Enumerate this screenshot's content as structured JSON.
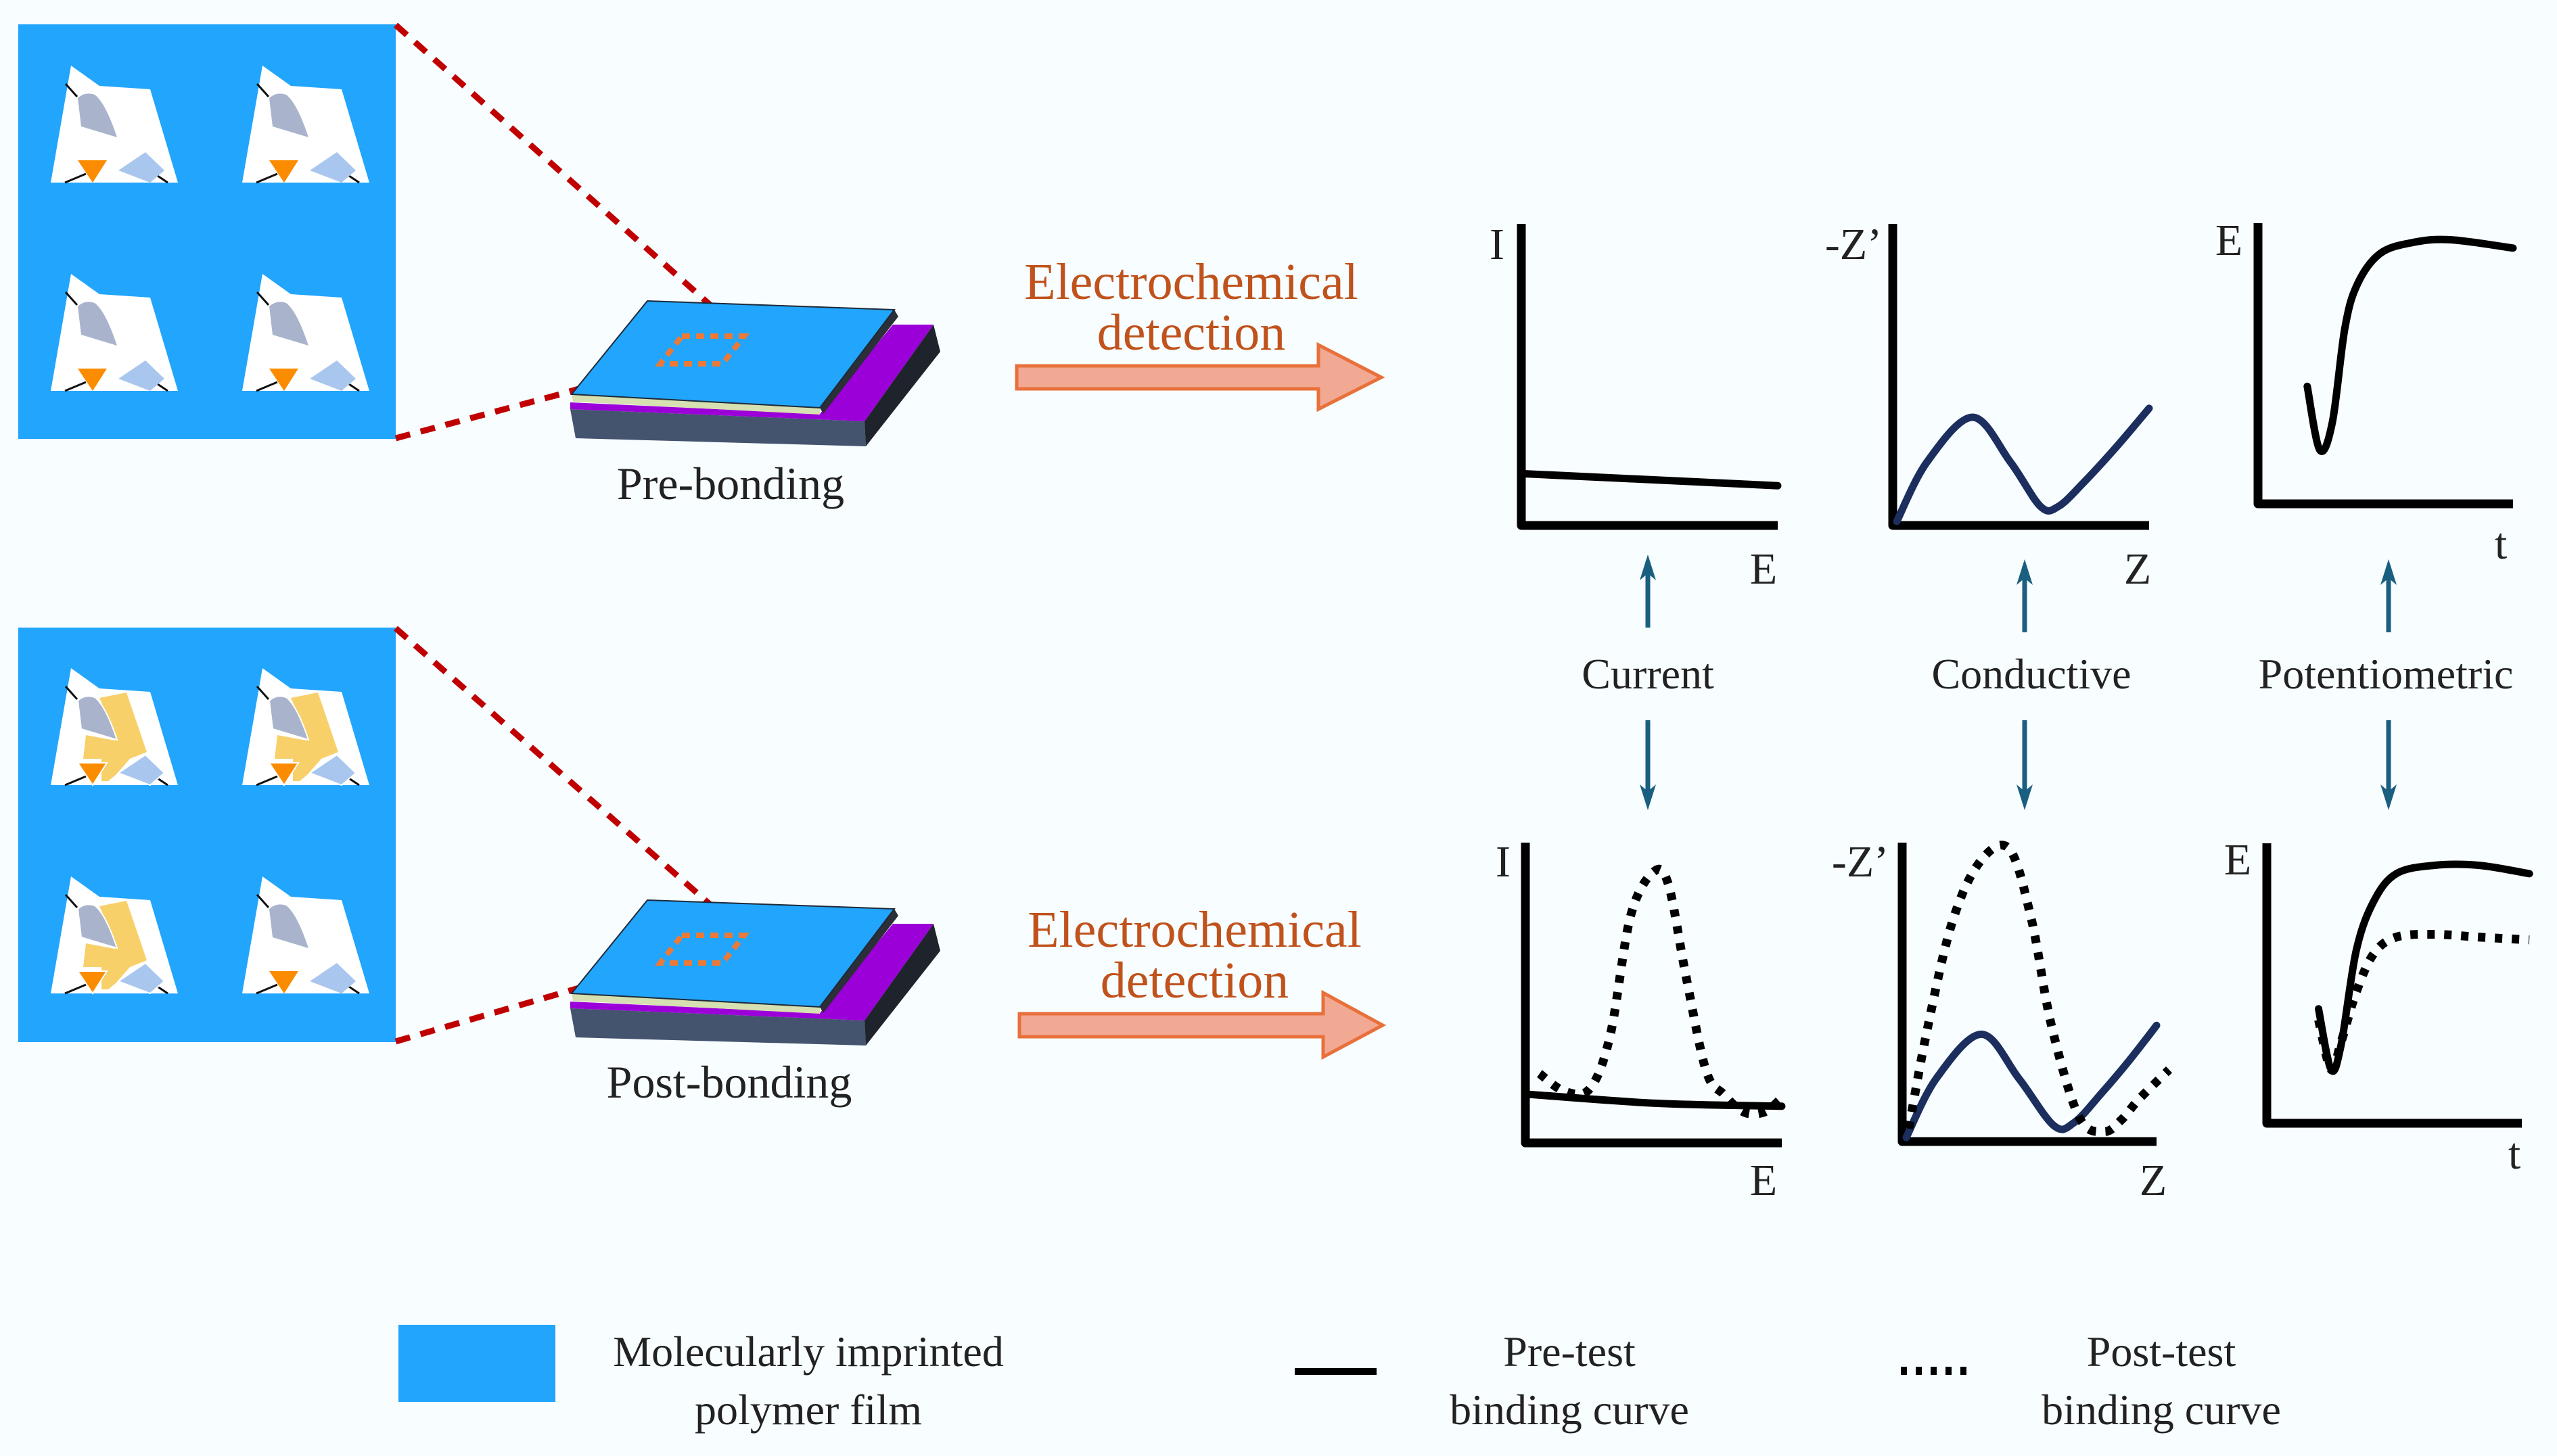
{
  "colors": {
    "background": "#f8fdff",
    "mip_film_blue": "#22a5fc",
    "cavity_white": "#ffffff",
    "template_gray": "#a9b4cc",
    "template_yellow": "#f8d06a",
    "orange_marker": "#fb8c00",
    "light_blue_marker": "#a9c6ee",
    "zoom_line_red": "#c00000",
    "zoom_region_orange": "#ec7a36",
    "arrow_fill": "#f2a994",
    "arrow_stroke": "#e8703a",
    "detection_text": "#c0521c",
    "link_arrow_teal": "#1a5f80",
    "impedance_curve_navy": "#1c2e5e",
    "chip_purple": "#9b00d8",
    "chip_base_front": "#44546f",
    "chip_base_side": "#1f232b",
    "chip_beige_layer": "#d6e0b0",
    "axis_black": "#000000"
  },
  "panels": [
    {
      "id": "pre",
      "label": "Pre-bonding",
      "cavities_filled": [
        false,
        false,
        false,
        false
      ]
    },
    {
      "id": "post",
      "label": "Post-bonding",
      "cavities_filled": [
        true,
        true,
        true,
        false
      ]
    }
  ],
  "detection_arrows": [
    {
      "line1": "Electrochemical",
      "line2": "detection"
    },
    {
      "line1": "Electrochemical",
      "line2": "detection"
    }
  ],
  "methods": [
    "Current",
    "Conductive",
    "Potentiometric"
  ],
  "chart_data": [
    {
      "type": "line",
      "id": "pre-current",
      "row": "pre",
      "title": "Current (pre-bonding)",
      "xlabel": "E",
      "ylabel": "I",
      "xlim": [
        0,
        10
      ],
      "ylim": [
        0,
        10
      ],
      "grid": false,
      "series": [
        {
          "name": "Pre-test binding curve",
          "style": "solid",
          "color": "#000000",
          "x": [
            0,
            5,
            10
          ],
          "y": [
            1.6,
            1.4,
            1.2
          ]
        }
      ]
    },
    {
      "type": "line",
      "id": "pre-conductive",
      "row": "pre",
      "title": "Conductive (pre-bonding)",
      "xlabel": "Z",
      "ylabel": "-Z’",
      "xlim": [
        0,
        10
      ],
      "ylim": [
        0,
        10
      ],
      "grid": false,
      "series": [
        {
          "name": "Pre-test binding curve",
          "style": "solid",
          "color": "#1c2e5e",
          "x": [
            0,
            1.2,
            3.0,
            4.5,
            5.7,
            6.4,
            7.4,
            8.7,
            10
          ],
          "y": [
            0,
            2.0,
            3.5,
            2.0,
            0.5,
            0.5,
            1.3,
            2.5,
            3.8
          ]
        }
      ]
    },
    {
      "type": "line",
      "id": "pre-potentiometric",
      "row": "pre",
      "title": "Potentiometric (pre-bonding)",
      "xlabel": "t",
      "ylabel": "E",
      "xlim": [
        0,
        10
      ],
      "ylim": [
        0,
        10
      ],
      "grid": false,
      "series": [
        {
          "name": "Pre-test binding curve",
          "style": "solid",
          "color": "#000000",
          "x": [
            1.8,
            2.3,
            2.8,
            3.3,
            3.8,
            4.7,
            6.0,
            7.5,
            10
          ],
          "y": [
            4.1,
            1.8,
            2.8,
            6.2,
            7.8,
            8.9,
            9.3,
            9.4,
            9.1
          ]
        }
      ]
    },
    {
      "type": "line",
      "id": "post-current",
      "row": "post",
      "title": "Current (post-bonding)",
      "xlabel": "E",
      "ylabel": "I",
      "xlim": [
        0,
        10
      ],
      "ylim": [
        0,
        10
      ],
      "grid": false,
      "series": [
        {
          "name": "Pre-test binding curve",
          "style": "solid",
          "color": "#000000",
          "x": [
            0,
            5,
            10
          ],
          "y": [
            1.5,
            1.2,
            1.1
          ]
        },
        {
          "name": "Post-test binding curve",
          "style": "dotted",
          "color": "#000000",
          "x": [
            0.4,
            1.4,
            2.4,
            3.2,
            4.0,
            4.9,
            5.5,
            6.2,
            7.0,
            7.7,
            8.5,
            9.3,
            9.9
          ],
          "y": [
            2.2,
            1.6,
            1.7,
            3.5,
            7.5,
            9.0,
            8.6,
            5.5,
            2.3,
            1.5,
            0.9,
            0.9,
            1.3
          ]
        }
      ]
    },
    {
      "type": "line",
      "id": "post-conductive",
      "row": "post",
      "title": "Conductive (post-bonding)",
      "xlabel": "Z",
      "ylabel": "-Z’",
      "xlim": [
        0,
        10
      ],
      "ylim": [
        0,
        10
      ],
      "grid": false,
      "series": [
        {
          "name": "Pre-test binding curve",
          "style": "solid",
          "color": "#1c2e5e",
          "x": [
            0,
            1.2,
            3.0,
            4.5,
            5.9,
            6.7,
            7.8,
            8.9,
            10
          ],
          "y": [
            0,
            2.0,
            3.5,
            2.0,
            0.4,
            0.5,
            1.5,
            2.6,
            3.8
          ]
        },
        {
          "name": "Post-test binding curve",
          "style": "dotted",
          "color": "#000000",
          "x": [
            0.1,
            0.8,
            1.8,
            2.9,
            4.1,
            5.0,
            5.8,
            6.9,
            7.9,
            8.6,
            9.3,
            10.5
          ],
          "y": [
            0.3,
            3.5,
            7.2,
            9.3,
            9.8,
            7.4,
            3.8,
            0.7,
            0.2,
            0.6,
            1.3,
            2.3
          ]
        }
      ]
    },
    {
      "type": "line",
      "id": "post-potentiometric",
      "row": "post",
      "title": "Potentiometric (post-bonding)",
      "xlabel": "t",
      "ylabel": "E",
      "xlim": [
        0,
        10
      ],
      "ylim": [
        0,
        10
      ],
      "grid": false,
      "series": [
        {
          "name": "Pre-test binding curve",
          "style": "solid",
          "color": "#000000",
          "x": [
            1.9,
            2.4,
            2.8,
            3.4,
            4.1,
            5.0,
            6.5,
            8.3,
            10.3
          ],
          "y": [
            4.0,
            1.8,
            2.7,
            6.1,
            7.9,
            8.9,
            9.2,
            9.2,
            8.9
          ]
        },
        {
          "name": "Post-test binding curve",
          "style": "dotted",
          "color": "#000000",
          "x": [
            1.9,
            2.4,
            2.8,
            3.4,
            4.1,
            5.0,
            6.5,
            8.3,
            10.3
          ],
          "y": [
            3.6,
            1.8,
            2.8,
            4.6,
            6.0,
            6.6,
            6.7,
            6.6,
            6.5
          ]
        }
      ]
    }
  ],
  "legend": {
    "film_line1": "Molecularly imprinted",
    "film_line2": "polymer film",
    "pre_line1": "Pre-test",
    "pre_line2": "binding curve",
    "post_line1": "Post-test",
    "post_line2": "binding curve"
  }
}
